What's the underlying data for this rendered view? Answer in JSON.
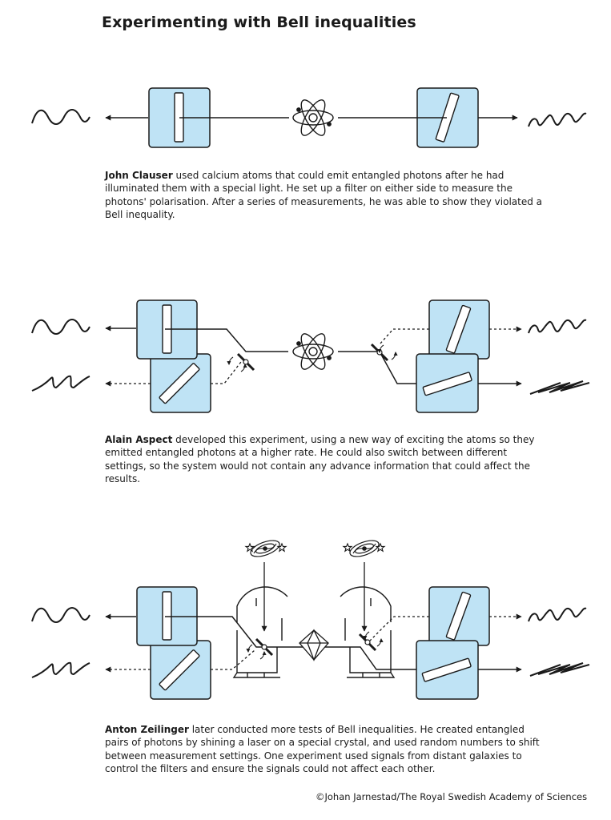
{
  "title": "Experimenting with Bell inequalities",
  "panels": [
    {
      "name": "John Clauser",
      "text": " used calcium atoms that could emit entangled photons after he had illuminated them with a special light. He set up a filter on either side to measure the photons' polarisation. After a series of measurements, he was able to show they violated a Bell inequality."
    },
    {
      "name": "Alain Aspect",
      "text": " developed this experiment, using a new way of exciting the atoms so they emitted entangled photons at a higher rate. He could also switch between different settings, so the system would not contain any advance information that could affect the results."
    },
    {
      "name": "Anton Zeilinger",
      "text": " later conducted more tests of Bell inequalities. He created entangled pairs of photons by shining a laser on a special crystal, and used random numbers to shift between measurement settings. One experiment used signals from distant galaxies to control the filters and ensure the signals could not affect each other."
    }
  ],
  "credit": "©Johan Jarnestad/The Royal Swedish Academy of Sciences",
  "colors": {
    "filter_fill": "#bfe3f5",
    "stroke": "#1a1a1a",
    "background": "#ffffff"
  },
  "icons": [
    "atom-icon",
    "crystal-icon",
    "galaxy-icon",
    "star-icon",
    "polarization-filter",
    "switch-mirror",
    "photon-wave"
  ]
}
